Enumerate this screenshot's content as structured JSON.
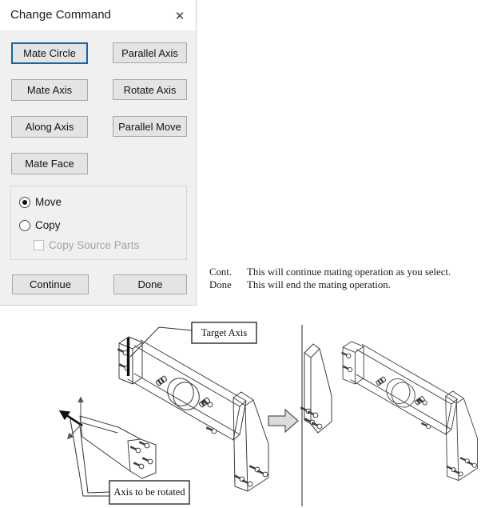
{
  "dialog": {
    "title": "Change Command",
    "close_glyph": "✕",
    "command_buttons": [
      "Mate Circle",
      "Parallel Axis",
      "Mate Axis",
      "Rotate Axis",
      "Along Axis",
      "Parallel Move",
      "Mate Face"
    ],
    "mode": {
      "options": [
        {
          "label": "Move",
          "selected": true
        },
        {
          "label": "Copy",
          "selected": false
        }
      ],
      "checkbox_label": "Copy Source Parts",
      "checkbox_checked": false,
      "checkbox_disabled": true
    },
    "footer": [
      "Continue",
      "Done"
    ]
  },
  "notes": [
    {
      "term": "Cont.",
      "desc": "This will continue mating operation as you select."
    },
    {
      "term": "Done",
      "desc": "This will end the mating operation."
    }
  ],
  "diagram": {
    "target_axis_label": "Target Axis",
    "rotated_axis_label": "Axis to be rotated"
  },
  "colors": {
    "dialog_bg": "#f0f0f0",
    "button_bg": "#e4e4e4",
    "button_border": "#a8a8a8",
    "default_button_border": "#1266ae",
    "disabled_text": "#a3a3a3",
    "wireframe_line": "#3d3d3d"
  }
}
